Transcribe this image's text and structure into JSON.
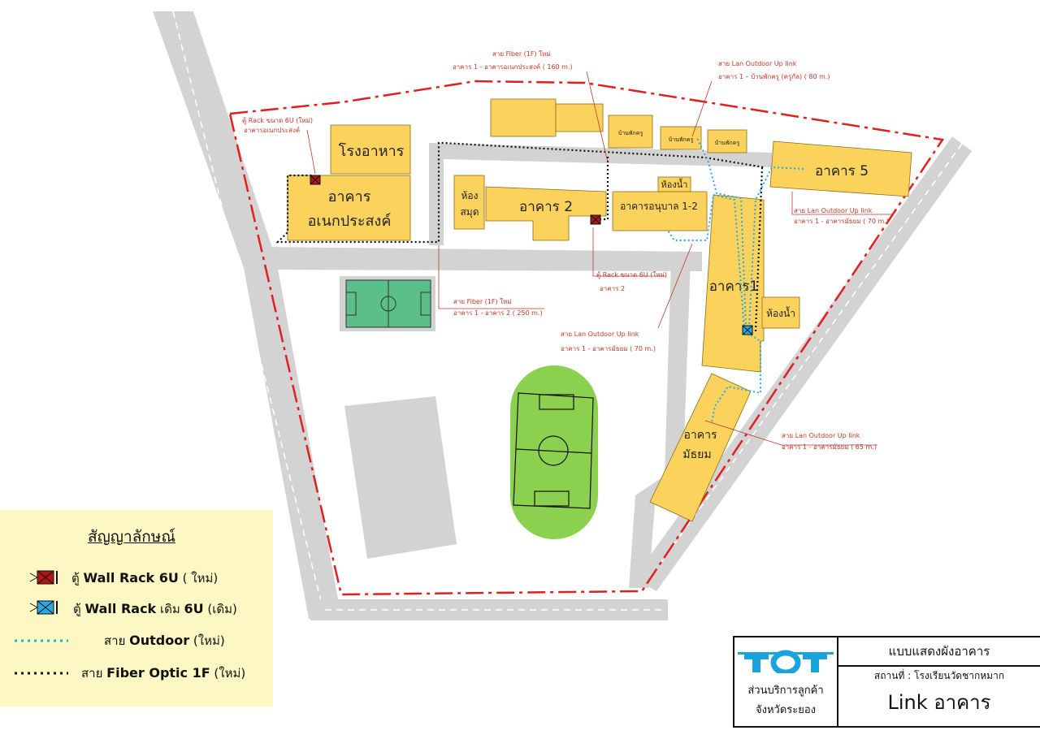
{
  "colors": {
    "road": "#d3d3d3",
    "building": "#fbd35c",
    "boundary": "#e02020",
    "fiber": "#111111",
    "outdoor": "#29a9e0",
    "field_green": "#8bd14f",
    "small_field": "#5bbf8a",
    "annotation": "#c0392b",
    "legend_bg": "#fdf7c3",
    "tot_blue": "#1aa3dd"
  },
  "buildings": {
    "canteen": "โรงอาหาร",
    "multipurpose_1": "อาคาร",
    "multipurpose_2": "อเนกประสงค์",
    "library_1": "ห้อง",
    "library_2": "สมุด",
    "building2": "อาคาร 2",
    "kindergarten": "อาคารอนุบาล 1-2",
    "restroom_top": "ห้องน้ำ",
    "building5": "อาคาร 5",
    "building1": "อาคาร1",
    "restroom_right": "ห้องน้ำ",
    "secondary_1": "อาคาร",
    "secondary_2": "มัธยม",
    "teacher_house_1": "บ้านพักครู",
    "teacher_house_2": "บ้านพักครู",
    "teacher_house_3": "บ้านพักครู"
  },
  "annotations": {
    "rack_new_1": "ตู้ Rack ขนาด 6U (ใหม่)",
    "rack_new_2": "อาคารอเนกประสงค์",
    "fiber_top_1": "สาย Fiber (1F) ใหม่",
    "fiber_top_2": "อาคาร 1 - อาคารอเนกประสงค์ ( 160 m.)",
    "lan_top_1": "สาย Lan Outdoor Up link",
    "lan_top_2": "อาคาร 1 – บ้านพักครู (ครูกัล) ( 80 m.)",
    "lan_b5_1": "สาย Lan Outdoor Up link",
    "lan_b5_2": "อาคาร 1 - อาคารมัธยม ( 70 m.)",
    "fiber_b2_1": "สาย Fiber (1F) ใหม่",
    "fiber_b2_2": "อาคาร 1 - อาคาร 2 ( 250 m.)",
    "rack_b2_1": "ตู้ Rack ขนาด 6U (ใหม่)",
    "rack_b2_2": "อาคาร 2",
    "lan_kg_1": "สาย Lan Outdoor Up link",
    "lan_kg_2": "อาคาร 1 - อาคารมัธยม ( 70 m.)",
    "lan_sec_1": "สาย Lan Outdoor Up link",
    "lan_sec_2": "อาคาร 1 - อาคารมัธยม ( 65 m.)"
  },
  "legend": {
    "title": "สัญญาลักษณ์",
    "rack_new_prefix": "ตู้",
    "rack_new_bold": "Wall Rack 6U",
    "rack_new_suffix": "( ใหม่)",
    "rack_old_prefix": "ตู้",
    "rack_old_bold": "Wall Rack",
    "rack_old_mid": "เดิม",
    "rack_old_bold2": "6U",
    "rack_old_suffix": "(เดิม)",
    "outdoor_prefix": "สาย",
    "outdoor_bold": "Outdoor",
    "outdoor_suffix": "(ใหม่)",
    "fiber_prefix": "สาย",
    "fiber_bold": "Fiber Optic 1F",
    "fiber_suffix": "(ใหม่)"
  },
  "title_block": {
    "logo": "TOT",
    "dept_1": "ส่วนบริการลูกค้า",
    "dept_2": "จังหวัดระยอง",
    "title": "แบบแสดงผังอาคาร",
    "place": "สถานที่ : โรงเรียนวัดชากหมาก",
    "name": "Link อาคาร"
  }
}
